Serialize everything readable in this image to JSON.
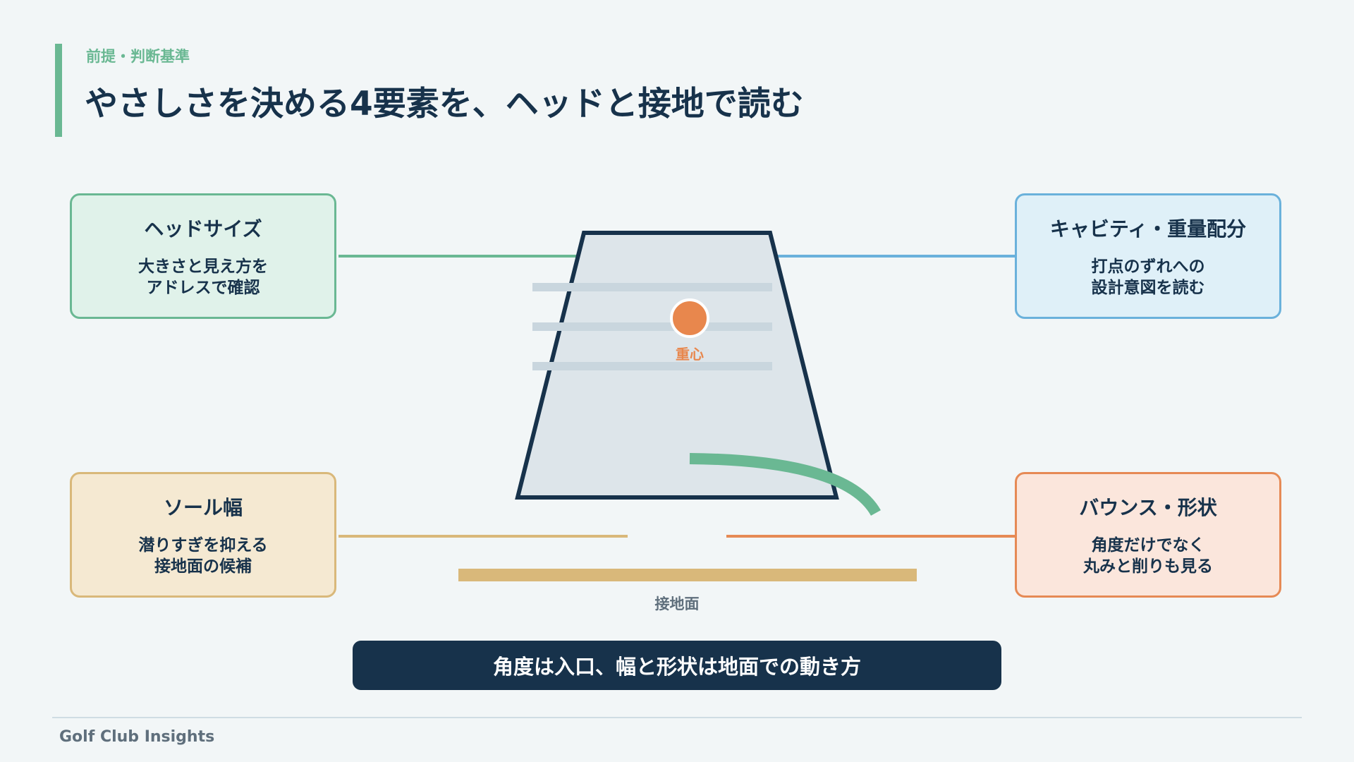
{
  "header": {
    "eyebrow": "前提・判断基準",
    "title": "やさしさを決める4要素を、ヘッドと接地で読む"
  },
  "cards": {
    "head_size": {
      "title": "ヘッドサイズ",
      "desc": "大きさと見え方を\nアドレスで確認"
    },
    "cavity": {
      "title": "キャビティ・重量配分",
      "desc": "打点のずれへの\n設計意図を読む"
    },
    "sole_width": {
      "title": "ソール幅",
      "desc": "潜りすぎを抑える\n接地面の候補"
    },
    "bounce": {
      "title": "バウンス・形状",
      "desc": "角度だけでなく\n丸みと削りも見る"
    }
  },
  "diagram": {
    "cog_label": "重心",
    "ground_label": "接地面"
  },
  "banner": {
    "text": "角度は入口、幅と形状は地面での動き方"
  },
  "footer": {
    "brand": "Golf Club Insights"
  },
  "colors": {
    "green": "#6ab893",
    "blue": "#6ab1db",
    "sand": "#d9b87a",
    "orange": "#e68a55",
    "navy": "#17324b"
  }
}
